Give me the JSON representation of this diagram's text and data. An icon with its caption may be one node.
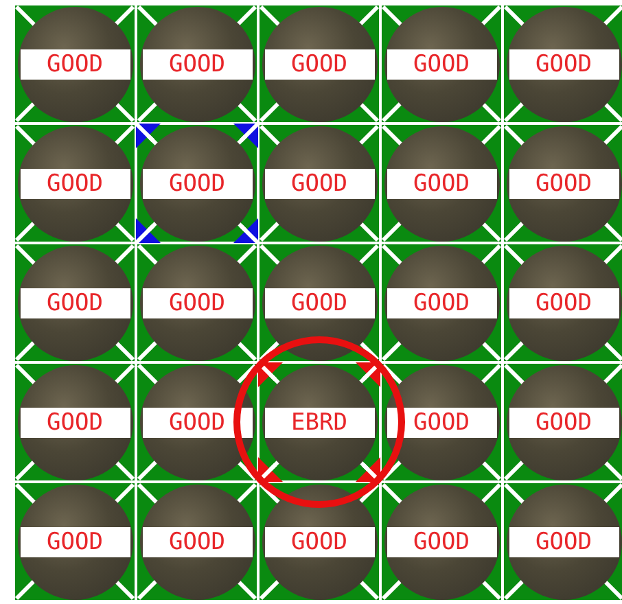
{
  "diagram": {
    "nodes": [
      {
        "text": [
          "GOOD"
        ]
      },
      {
        "text": [
          "GOOD"
        ]
      },
      {
        "text": [
          "GOOD"
        ]
      },
      {
        "text": [
          "GOOD"
        ]
      },
      {
        "text": [
          "GOOD"
        ]
      },
      {
        "text": [
          "GOOD"
        ]
      },
      {
        "text": [
          "GOOD"
        ]
      },
      {
        "text": [
          "GOOD"
        ]
      },
      {
        "text": [
          "GOOD"
        ]
      },
      {
        "text": [
          "GOOD"
        ]
      },
      {
        "text": [
          "GOOD"
        ]
      },
      {
        "text": [
          "GOOD"
        ]
      },
      {
        "text": [
          "GOOD"
        ]
      },
      {
        "text": [
          "GOOD"
        ]
      },
      {
        "text": [
          "GOOD"
        ]
      },
      {
        "text": [
          "GOOD"
        ]
      },
      {
        "text": [
          "GOOD"
        ]
      },
      {
        "text": [
          "EBRD"
        ]
      },
      {
        "text": [
          "GOOD"
        ]
      },
      {
        "text": [
          "GOOD"
        ]
      },
      {
        "text": [
          "GOOD"
        ]
      },
      {
        "text": [
          "GOOD"
        ]
      },
      {
        "text": [
          "GOOD"
        ]
      },
      {
        "text": [
          "GOOD"
        ]
      },
      {
        "text": [
          "GOOD"
        ]
      }
    ]
  }
}
